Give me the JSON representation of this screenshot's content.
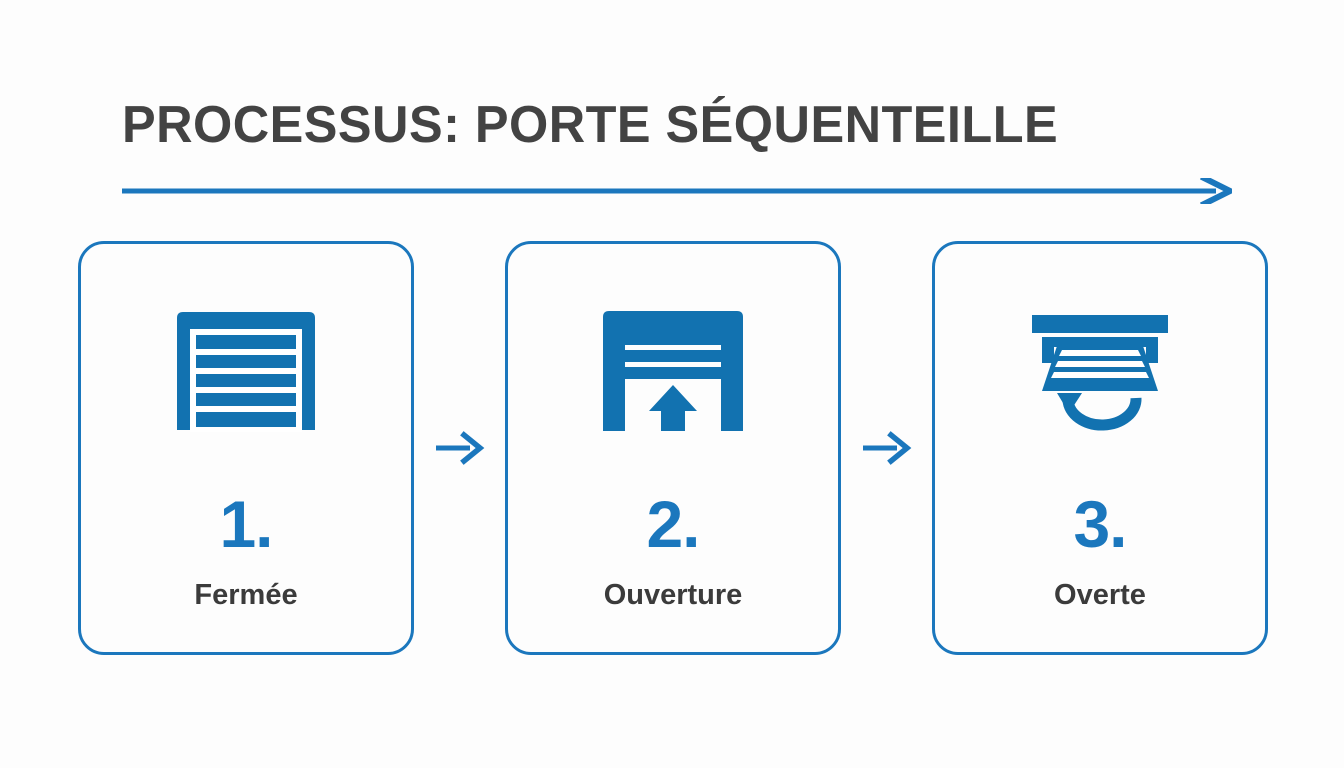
{
  "header": {
    "title": "PROCESSUS: PORTE SÉQUENTEILLE",
    "rule_icon": "long-right-arrow-icon",
    "title_color": "#434343",
    "accent_color": "#1b77bd"
  },
  "flow": {
    "connector_icon": "right-arrow-icon",
    "steps": [
      {
        "number": "1.",
        "label": "Fermée",
        "icon": "closed-garage-door-icon"
      },
      {
        "number": "2.",
        "label": "Ouverture",
        "icon": "opening-garage-door-up-arrow-icon"
      },
      {
        "number": "3.",
        "label": "Overte",
        "icon": "open-garage-door-rotate-arrow-icon"
      }
    ]
  },
  "theme": {
    "background": "#fdfdfd",
    "blue": "#1b77bd",
    "icon_blue": "#1272b0",
    "text_dark": "#3b3b3b"
  }
}
